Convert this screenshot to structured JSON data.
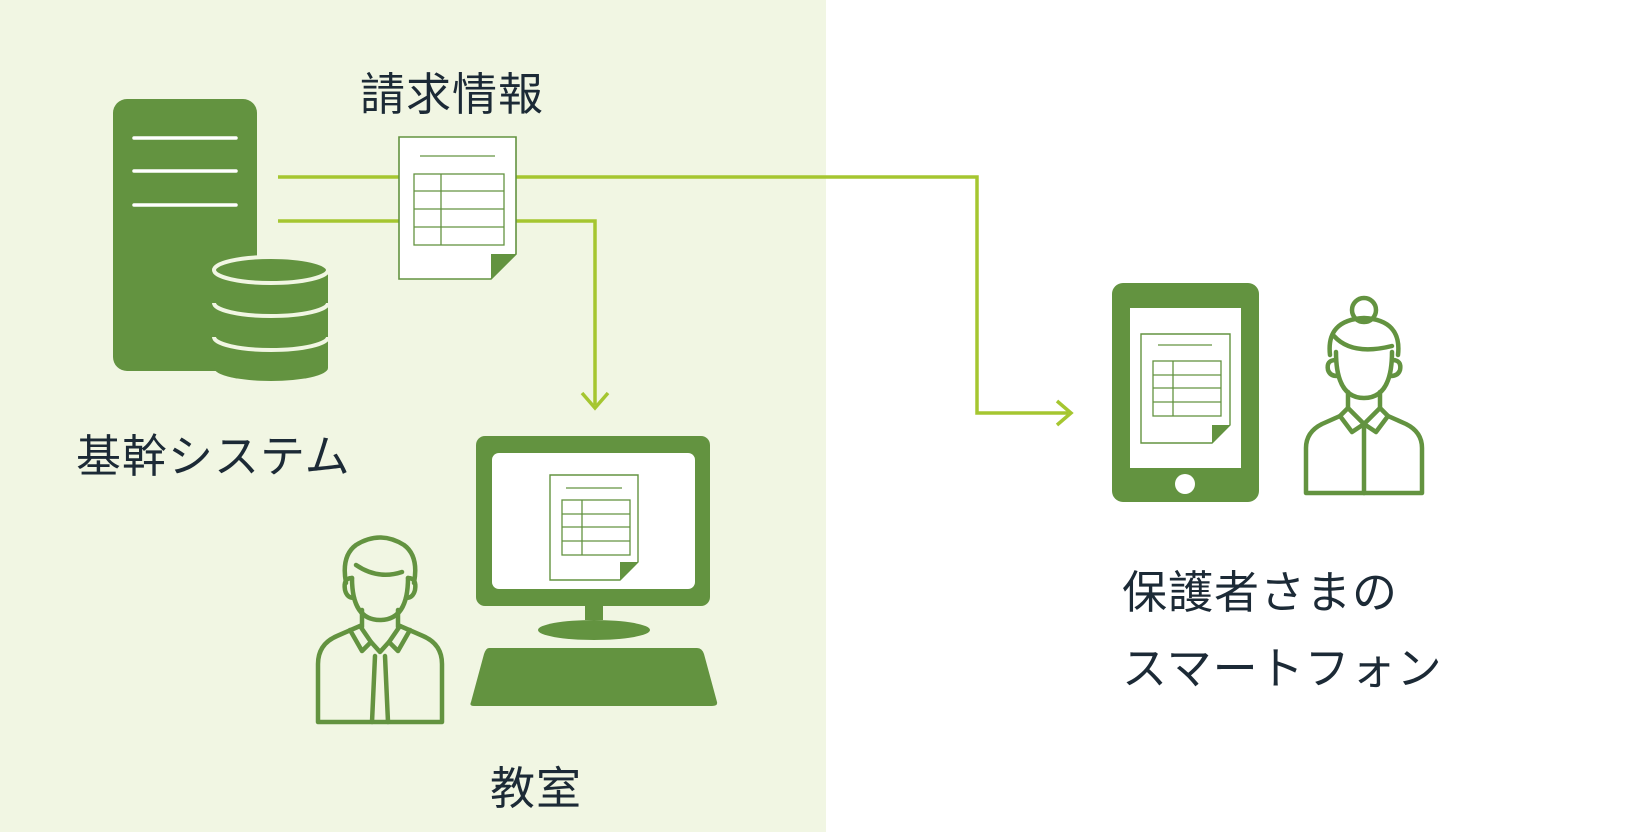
{
  "colors": {
    "panel_background": "#f1f6e3",
    "icon_green": "#639340",
    "arrow_green": "#a5c630",
    "document_line_green": "#639340",
    "text": "#1c2a36"
  },
  "labels": {
    "billing_info": "請求情報",
    "core_system": "基幹システム",
    "classroom": "教室",
    "parent_phone_line1": "保護者さまの",
    "parent_phone_line2": "スマートフォン"
  },
  "icons": {
    "core_system": "server-database-icon",
    "billing_document": "spreadsheet-document-icon",
    "classroom_pc": "desktop-computer-icon",
    "classroom_staff": "male-staff-icon",
    "parent_tablet": "tablet-icon",
    "parent_person": "female-parent-icon"
  },
  "flows": [
    {
      "from": "core_system",
      "to": "parent_phone"
    },
    {
      "from": "core_system",
      "to": "classroom"
    }
  ]
}
